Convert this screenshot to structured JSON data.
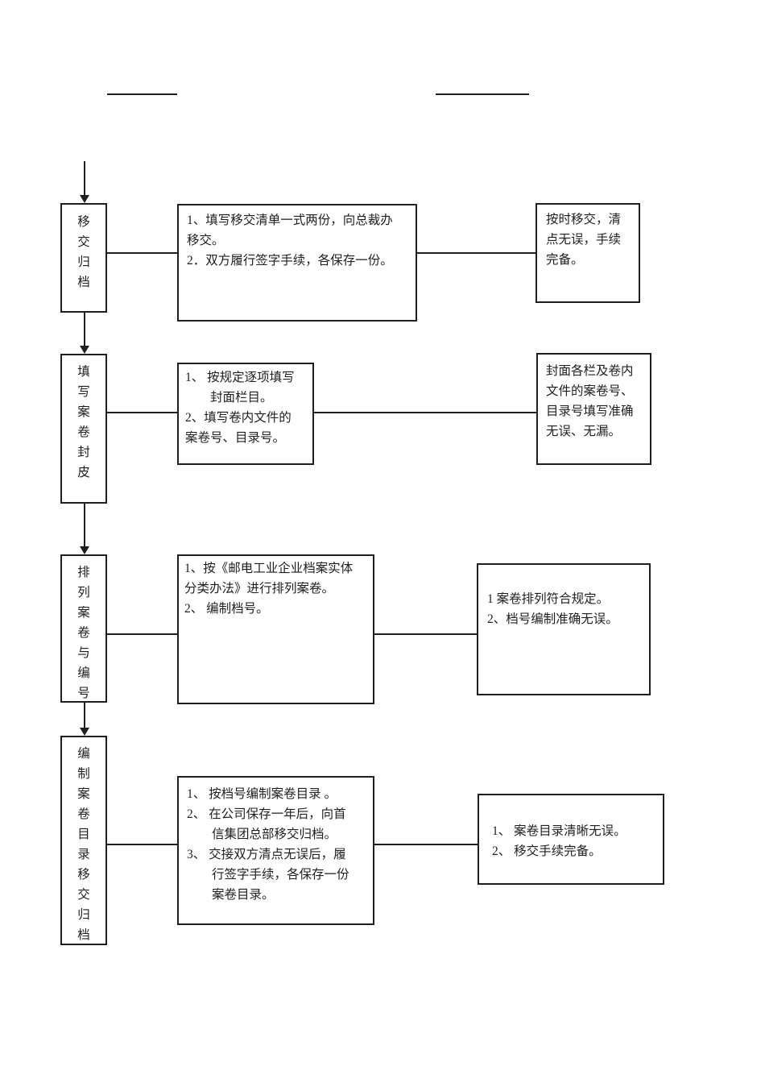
{
  "flowchart": {
    "steps": [
      {
        "stage": "移交归档",
        "tasks": "1、填写移交清单一式两份，向总裁办\n移交。\n2．双方履行签字手续，各保存一份。",
        "standard": "按时移交，清\n点无误，手续\n完备。"
      },
      {
        "stage": "填写案卷封皮",
        "tasks": "1、 按规定逐项填写\n　　封面栏目。\n2、填写卷内文件的\n案卷号、目录号。",
        "standard": "封面各栏及卷内\n文件的案卷号、\n目录号填写准确\n无误、无漏。"
      },
      {
        "stage": "排列案卷与编号",
        "tasks": "1、按《邮电工业企业档案实体\n分类办法》进行排列案卷。\n2、 编制档号。",
        "standard": "1 案卷排列符合规定。\n2、档号编制准确无误。"
      },
      {
        "stage": "编制案卷目录移交归档",
        "tasks": "1、 按档号编制案卷目录 。\n2、 在公司保存一年后，向首\n　　信集团总部移交归档。\n3、 交接双方清点无误后，履\n　　行签字手续，各保存一份\n　　案卷目录。",
        "standard": "1、 案卷目录清晰无误。\n2、 移交手续完备。"
      }
    ]
  }
}
